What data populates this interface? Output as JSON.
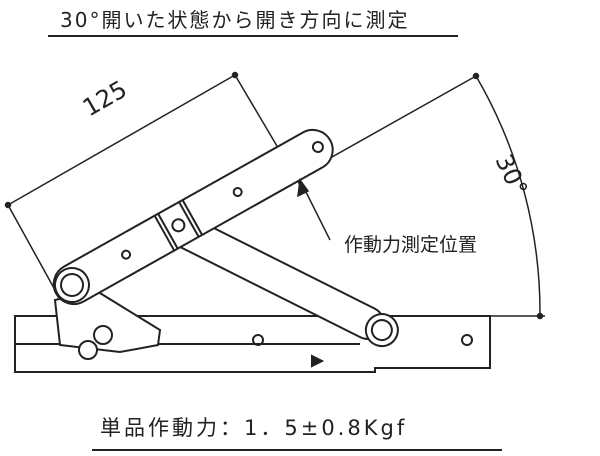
{
  "title": "30°開いた状態から開き方向に測定",
  "dimension_length": "125",
  "dimension_angle": "30°",
  "measure_point_label": "作動力測定位置",
  "spec": "単品作動力：1．5±0.8Kgf",
  "line_color": "#222222"
}
